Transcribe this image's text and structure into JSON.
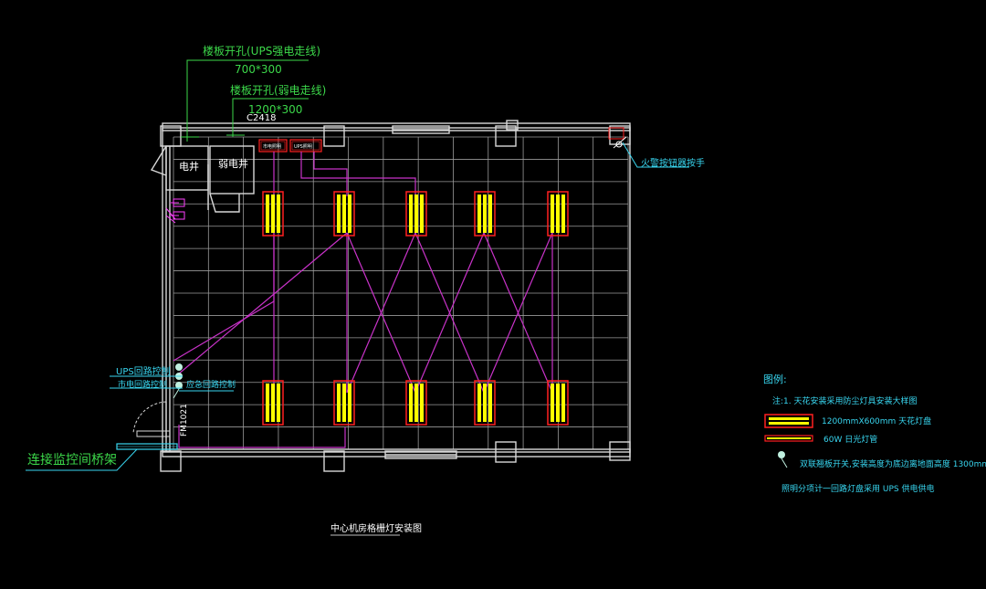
{
  "labels": {
    "ups_opening_title": "楼板开孔(UPS强电走线)",
    "ups_opening_size": "700*300",
    "weak_opening_title": "楼板开孔(弱电走线)",
    "weak_opening_size": "1200*300",
    "column_code": "C2418",
    "shaft_electric": "电井",
    "shaft_weak": "弱电井",
    "panel_left": "市电照明",
    "panel_right": "UPS照明",
    "fire_extinguisher": "火警按钮器按手",
    "ups_switch": "UPS回路控制",
    "mains_switch": "市电回路控制",
    "emergency_switch": "应急回路控制",
    "door_code": "FM1021",
    "bridge_note": "连接监控间桥架",
    "drawing_title": "中心机房格栅灯安装图"
  },
  "legend": {
    "heading": "图例:",
    "note1": "注:1. 天花安装采用防尘灯具安装大样图",
    "grille_light": "1200mmX600mm 天花灯盘",
    "tube_light": "60W 日光灯管",
    "switch_note": "双联翘板开关,安装高度为底边离地面高度 1300mm",
    "ups_note": "照明分项计一回路灯盘采用 UPS 供电供电"
  },
  "colors": {
    "background": "#000000",
    "wall": "#d8d8d8",
    "grid": "#9a9a9a",
    "wire": "#c832c8",
    "light_fill": "#ffff00",
    "light_frame": "#ff2020",
    "label_green": "#3cd84a",
    "label_cyan": "#38d6f0"
  }
}
